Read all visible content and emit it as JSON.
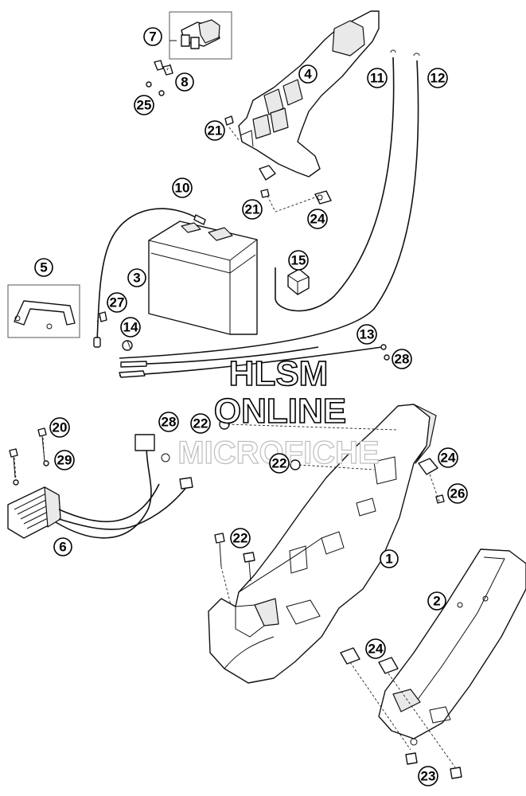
{
  "watermark": {
    "line1": "HLSM",
    "line2": "ONLINE",
    "line3": "MICROFICHE"
  },
  "callouts": [
    {
      "id": "c1",
      "label": "1"
    },
    {
      "id": "c2",
      "label": "2"
    },
    {
      "id": "c3",
      "label": "3"
    },
    {
      "id": "c4",
      "label": "4"
    },
    {
      "id": "c5",
      "label": "5"
    },
    {
      "id": "c6",
      "label": "6"
    },
    {
      "id": "c7",
      "label": "7"
    },
    {
      "id": "c8",
      "label": "8"
    },
    {
      "id": "c10",
      "label": "10"
    },
    {
      "id": "c11",
      "label": "11"
    },
    {
      "id": "c12",
      "label": "12"
    },
    {
      "id": "c13",
      "label": "13"
    },
    {
      "id": "c14",
      "label": "14"
    },
    {
      "id": "c15",
      "label": "15"
    },
    {
      "id": "c20",
      "label": "20"
    },
    {
      "id": "c21a",
      "label": "21"
    },
    {
      "id": "c21b",
      "label": "21"
    },
    {
      "id": "c22a",
      "label": "22"
    },
    {
      "id": "c22b",
      "label": "22"
    },
    {
      "id": "c22c",
      "label": "22"
    },
    {
      "id": "c23",
      "label": "23"
    },
    {
      "id": "c24a",
      "label": "24"
    },
    {
      "id": "c24b",
      "label": "24"
    },
    {
      "id": "c24c",
      "label": "24"
    },
    {
      "id": "c25",
      "label": "25"
    },
    {
      "id": "c26",
      "label": "26"
    },
    {
      "id": "c27",
      "label": "27"
    },
    {
      "id": "c28a",
      "label": "28"
    },
    {
      "id": "c28b",
      "label": "28"
    },
    {
      "id": "c29",
      "label": "29"
    }
  ]
}
